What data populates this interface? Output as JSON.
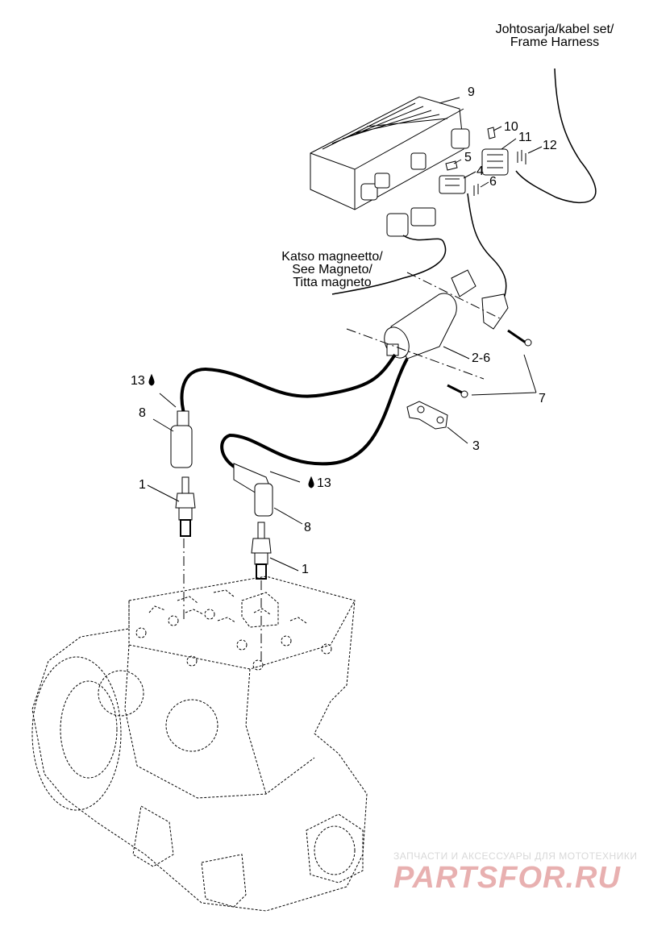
{
  "harness_label": {
    "line1": "Johtosarja/kabel set/",
    "line2": "Frame Harness"
  },
  "magneto_label": {
    "line1": "Katso magneetto/",
    "line2": "See Magneto/",
    "line3": "Titta magneto"
  },
  "callouts": {
    "c9": "9",
    "c10": "10",
    "c11": "11",
    "c12": "12",
    "c5": "5",
    "c4": "4",
    "c6": "6",
    "c2_6": "2-6",
    "c7": "7",
    "c3": "3",
    "c13_left": "13",
    "c13_right": "13",
    "c8_left": "8",
    "c8_right": "8",
    "c1_left": "1",
    "c1_right": "1"
  },
  "watermark": {
    "tagline": "ЗАПЧАСТИ И АКСЕССУАРЫ ДЛЯ МОТОТЕХНИКИ",
    "brand": "PARTSFOR.RU"
  },
  "colors": {
    "line": "#000000",
    "watermark_text": "#d8d8d8",
    "watermark_logo": "#e8b0b0"
  }
}
